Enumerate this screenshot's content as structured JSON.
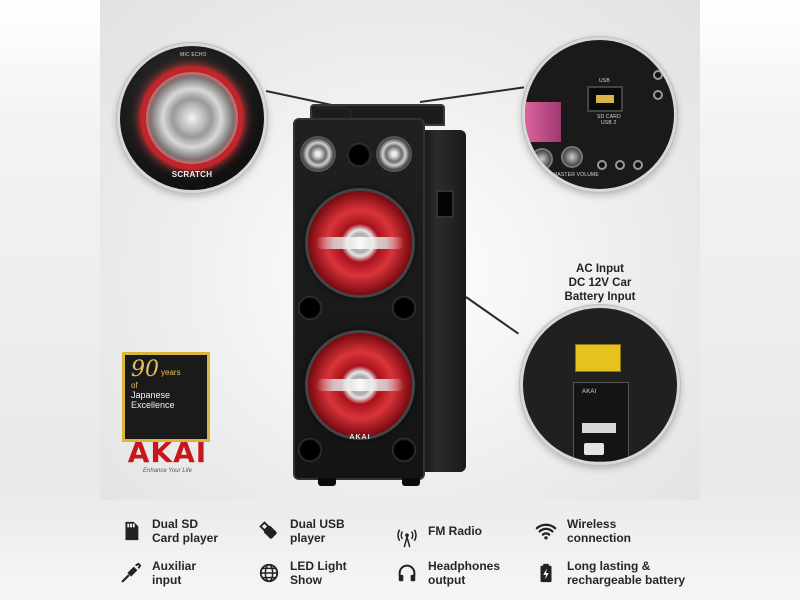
{
  "product": {
    "logo_text": "AKAI",
    "slogan": "Enhance Your Life",
    "front_brand_text": "AKAI"
  },
  "badge": {
    "number": "90",
    "years": "years",
    "of": "of",
    "line1": "Japanese",
    "line2": "Excellence"
  },
  "callouts": {
    "scratch": {
      "label": "SCRATCH",
      "top_label": "MIC ECHO"
    },
    "usb": {
      "usb_label": "USB",
      "sd_label": "SD CARD",
      "usb2_label": "USB 2",
      "knob_label": "MASTER VOLUME"
    },
    "ac": {
      "line1": "AC Input",
      "line2": "DC 12V Car",
      "line3": "Battery Input",
      "panel_label": "AKAI"
    }
  },
  "features": [
    {
      "icon": "sd-card-icon",
      "line1": "Dual SD",
      "line2": "Card player"
    },
    {
      "icon": "usb-icon",
      "line1": "Dual USB",
      "line2": "player"
    },
    {
      "icon": "fm-radio-icon",
      "line1": "FM Radio",
      "line2": ""
    },
    {
      "icon": "wifi-icon",
      "line1": "Wireless",
      "line2": "connection"
    },
    {
      "icon": "aux-cable-icon",
      "line1": "Auxiliar",
      "line2": "input"
    },
    {
      "icon": "globe-icon",
      "line1": "LED Light",
      "line2": "Show"
    },
    {
      "icon": "headphones-icon",
      "line1": "Headphones",
      "line2": "output"
    },
    {
      "icon": "battery-icon",
      "line1": "Long lasting &",
      "line2": "rechargeable battery"
    }
  ],
  "colors": {
    "brand_red": "#c8161d",
    "badge_gold": "#d9b53e",
    "woofer_red": "#d9343a"
  }
}
